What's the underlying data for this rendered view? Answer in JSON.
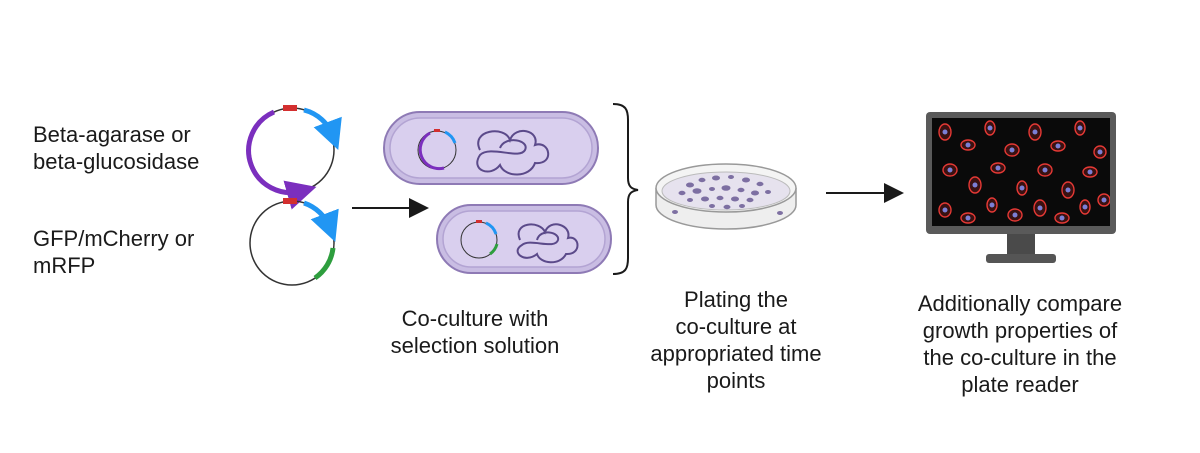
{
  "plasmid_labels": {
    "top": [
      "Beta-agarase or",
      "beta-glucosidase"
    ],
    "bottom": [
      "GFP/mCherry or",
      "mRFP"
    ]
  },
  "steps": {
    "coculture": [
      "Co-culture with",
      "selection solution"
    ],
    "plating": [
      "Plating the",
      "co-culture at",
      "appropriated time",
      "points"
    ],
    "reader": [
      "Additionally compare",
      "growth properties of",
      "the co-culture in the",
      "plate reader"
    ]
  },
  "colors": {
    "plasmid_promoter": "#d32f2f",
    "plasmid_enzyme_gene": "#7b2fbe",
    "plasmid_reporter_gene": "#2e9e3e",
    "plasmid_arrow": "#2196f3",
    "cell_membrane": "#8e7ab5",
    "cell_fill": "#d9cfee",
    "dna": "#5b4a8a",
    "colony": "#6b5b95",
    "monitor_screen": "#0a0a0a",
    "cell_outline_red": "#e53935",
    "cell_nucleus": "#7b7fd6"
  },
  "icons": [
    "plasmid-icon",
    "bacterium-icon",
    "petri-dish-icon",
    "monitor-icon",
    "bracket-icon",
    "arrow-icon"
  ]
}
